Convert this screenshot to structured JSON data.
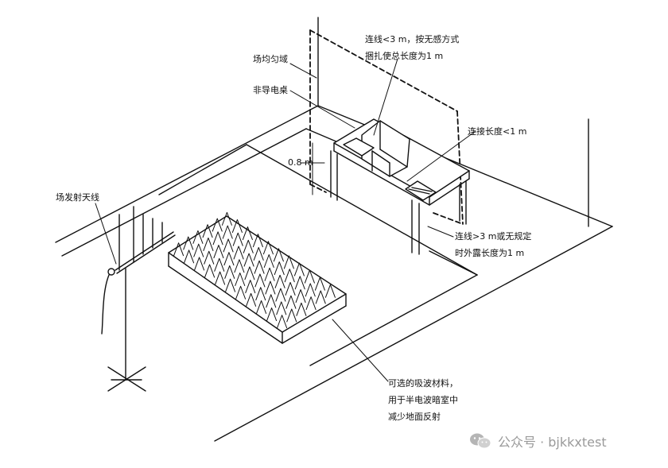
{
  "labels": {
    "field_uniform": "场均匀域",
    "non_conductive_table": "非导电桌",
    "cable_length_1": "连线<3 m，按无感方式",
    "cable_length_2": "捆扎使总长度为1 m",
    "connect_length": "连接长度<1 m",
    "height": "0.8 m",
    "antenna": "场发射天线",
    "cable_long_1": "连线>3 m或无规定",
    "cable_long_2": "时外露长度为1 m",
    "absorber_1": "可选的吸波材料，",
    "absorber_2": "用于半电波暗室中",
    "absorber_3": "减少地面反射"
  },
  "watermark": {
    "text": "公众号 · bjkkxtest",
    "icon": "wechat-icon"
  },
  "colors": {
    "ink": "#111111",
    "watermark": "#9a9a9a"
  }
}
